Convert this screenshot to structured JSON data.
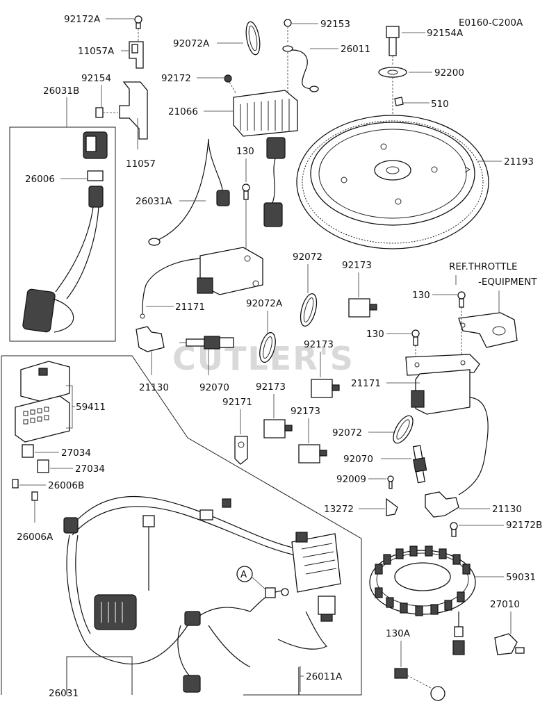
{
  "diagram": {
    "code": "E0160-C200A",
    "watermark": "CUTLER'S",
    "reference_note": {
      "line1": "REF.THROTTLE",
      "line2": "-EQUIPMENT"
    },
    "callouts": {
      "c92172A": "92172A",
      "c11057A": "11057A",
      "c92154": "92154",
      "c26031B": "26031B",
      "c11057": "11057",
      "c26006": "26006",
      "c92072A_top": "92072A",
      "c92172": "92172",
      "c92153": "92153",
      "c26011": "26011",
      "c21066": "21066",
      "c130_top": "130",
      "c26031A": "26031A",
      "c92154A": "92154A",
      "c92200": "92200",
      "c510": "510",
      "c21193": "21193",
      "c21171_left": "21171",
      "c92072_mid": "92072",
      "c92173_a": "92173",
      "c92072A_mid": "92072A",
      "c21130_left": "21130",
      "c92070_left": "92070",
      "c92173_b": "92173",
      "c92173_c": "92173",
      "c92171": "92171",
      "c92173_d": "92173",
      "c130_r1": "130",
      "c130_r2": "130",
      "c21171_right": "21171",
      "c92072_right": "92072",
      "c92070_right": "92070",
      "c92009": "92009",
      "c13272": "13272",
      "c21130_right": "21130",
      "c92172B": "92172B",
      "c59031": "59031",
      "c27010": "27010",
      "c130A": "130A",
      "c59411": "59411",
      "c27034_a": "27034",
      "c27034_b": "27034",
      "c26006B": "26006B",
      "c26006A": "26006A",
      "c26011A": "26011A",
      "c26031": "26031",
      "cA": "A"
    }
  }
}
